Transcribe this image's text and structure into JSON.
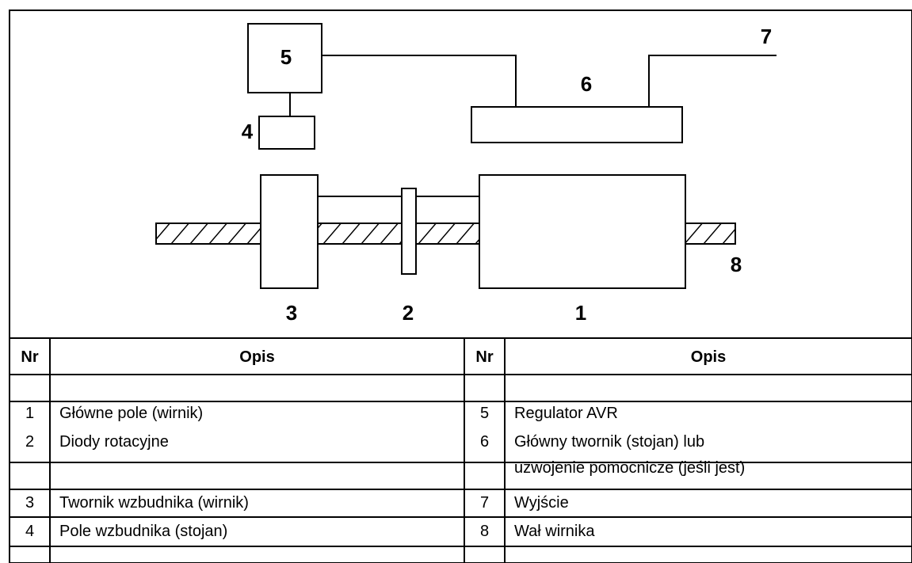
{
  "diagram": {
    "labels": {
      "n1": "1",
      "n2": "2",
      "n3": "3",
      "n4": "4",
      "n5": "5",
      "n6": "6",
      "n7": "7",
      "n8": "8"
    }
  },
  "legend": {
    "headers": {
      "nr": "Nr",
      "opis": "Opis"
    },
    "rows": [
      {
        "left_nr": "1",
        "left_desc": "Główne pole (wirnik)",
        "right_nr": "5",
        "right_desc": "Regulator AVR"
      },
      {
        "left_nr": "2",
        "left_desc": "Diody rotacyjne",
        "right_nr": "6",
        "right_desc_line1": "Główny twornik (stojan) lub",
        "right_desc_line2": "uzwojenie pomocnicze (jeśli jest)"
      },
      {
        "left_nr": "3",
        "left_desc": "Twornik wzbudnika (wirnik)",
        "right_nr": "7",
        "right_desc": "Wyjście"
      },
      {
        "left_nr": "4",
        "left_desc": "Pole wzbudnika (stojan)",
        "right_nr": "8",
        "right_desc": "Wał wirnika"
      }
    ]
  }
}
